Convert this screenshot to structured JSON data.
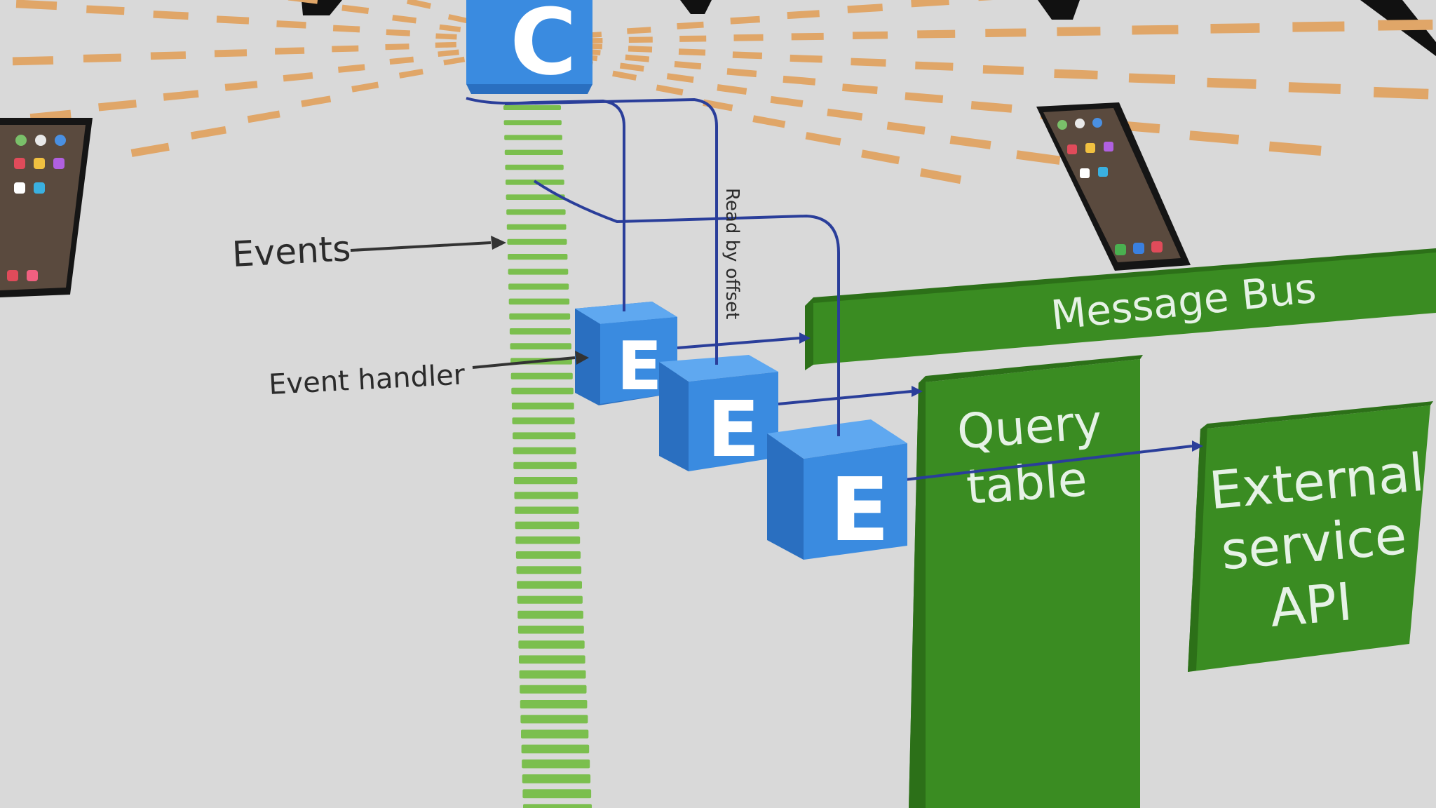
{
  "labels": {
    "events": "Events",
    "event_handler": "Event handler",
    "read_by_offset": "Read by offset"
  },
  "cubes": {
    "command": "C",
    "handler": "E"
  },
  "blocks": {
    "message_bus": "Message Bus",
    "query_table_line1": "Query",
    "query_table_line2": "table",
    "external_api_line1": "External",
    "external_api_line2": "service",
    "external_api_line3": "API"
  },
  "colors": {
    "background": "#d9d9d9",
    "cube_front": "#3a8be0",
    "cube_top": "#5fa8f0",
    "cube_side": "#2a6fc0",
    "green_block": "#3a8c22",
    "green_block_dark": "#2c7018",
    "event_bar": "#7bbf4e",
    "orange_plank": "#e0a668",
    "wire": "#2a3e9a"
  },
  "icons": {
    "phone_left": "smartphone-icon",
    "phone_right": "smartphone-icon"
  }
}
